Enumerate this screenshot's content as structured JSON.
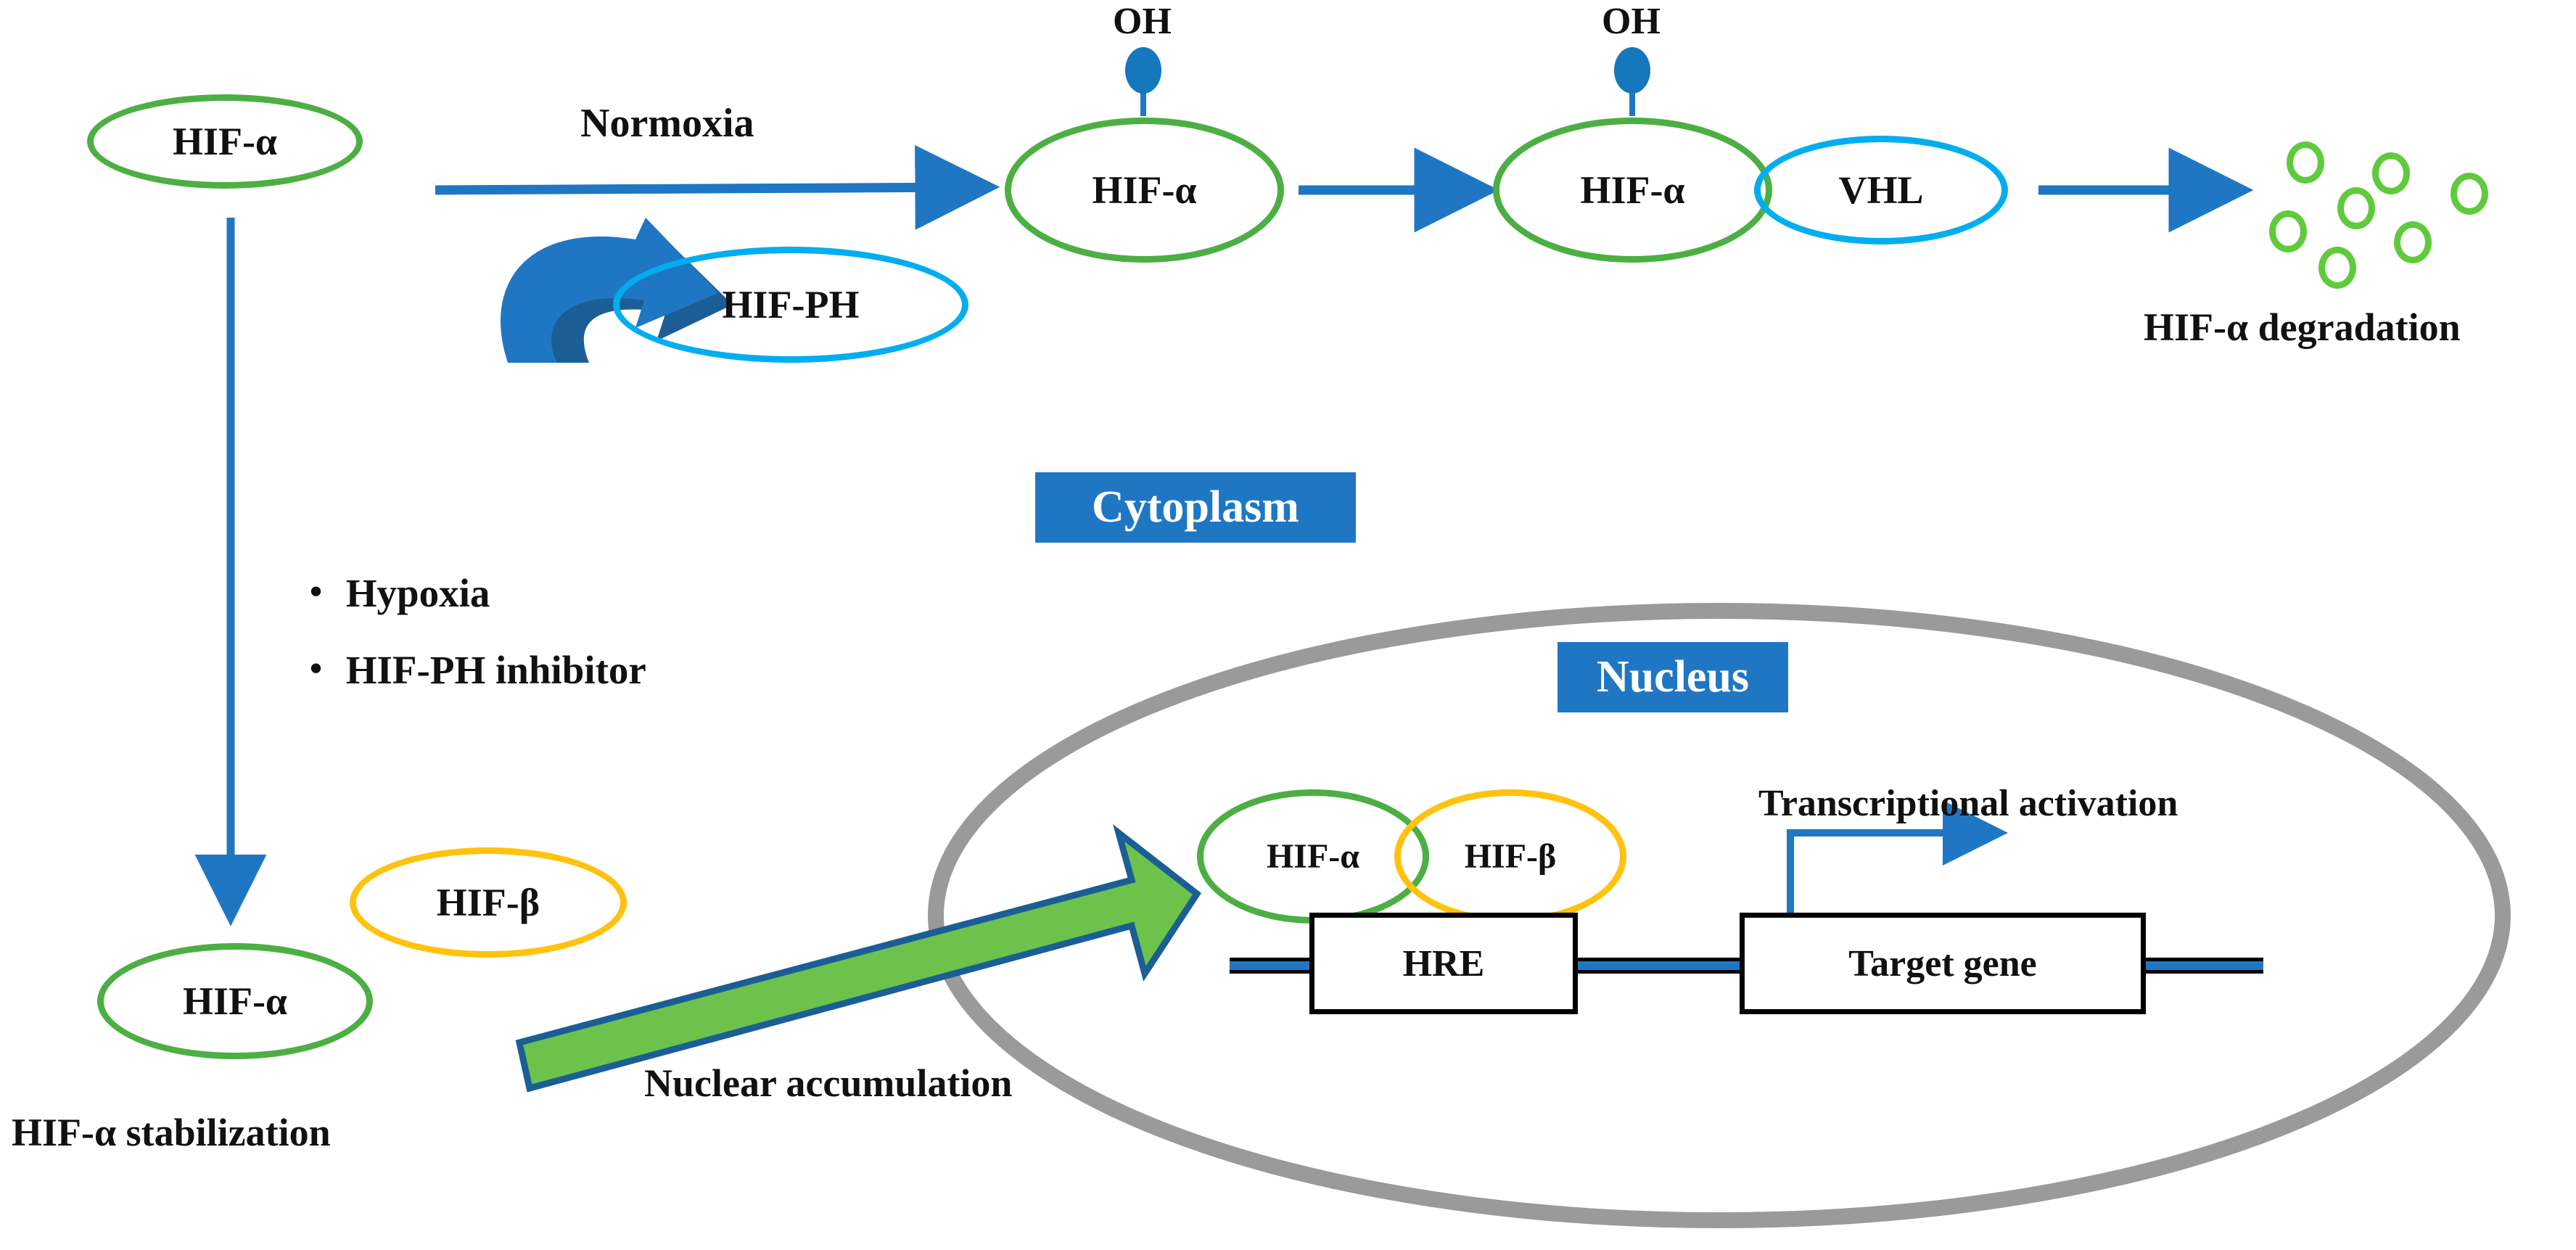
{
  "title": "HIF-alpha oxygen-dependent regulation pathway",
  "compartments": {
    "cytoplasm_label": "Cytoplasm",
    "nucleus_label": "Nucleus"
  },
  "pathway": {
    "normoxia_label": "Normoxia",
    "hif_alpha": "HIF-α",
    "hif_beta": "HIF-β",
    "hif_ph": "HIF-PH",
    "vhl": "VHL",
    "oh_1": "OH",
    "oh_2": "OH",
    "degradation_label": "HIF-α degradation",
    "stabilization_label": "HIF-α stabilization",
    "nuclear_accumulation_label": "Nuclear accumulation",
    "transcriptional_activation_label": "Transcriptional activation",
    "hre": "HRE",
    "target_gene": "Target gene",
    "hypoxia_bullets": [
      "・ Hypoxia",
      "・ HIF-PH inhibitor"
    ],
    "degradation_fragment_count": 7
  },
  "colors": {
    "hif_alpha_green": "#4CAF43",
    "hif_beta_amber": "#FFC20E",
    "hif_ph_cyan": "#00AEEF",
    "vhl_cyan": "#00AEEF",
    "arrow_blue": "#1F77C4",
    "arrow_blue_dark": "#1B5E96",
    "nucleus_gray": "#9A9A9A",
    "accumulation_green": "#6CC24A",
    "badge_blue": "#1F77C4",
    "fragment_green": "#5FCB3C"
  }
}
